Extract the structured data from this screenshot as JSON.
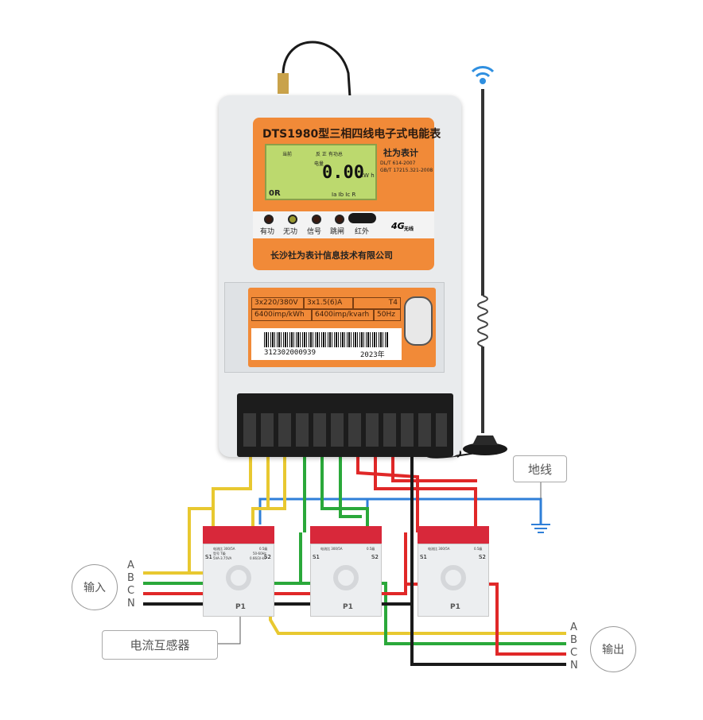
{
  "meter": {
    "title": "DTS1980型三相四线电子式电能表",
    "lcd": {
      "top_right_small": "当前",
      "direction": "反 正 有功总",
      "energy_label": "电量",
      "reading": "0.00",
      "unit": "kW h",
      "bottom_left": "0R",
      "phases": "Ia Ib Ic R"
    },
    "brand": "社为表计",
    "standards": [
      "DL/T 614-2007",
      "GB/T 17215.321-2008"
    ],
    "indicators": [
      "有功",
      "无功",
      "信号",
      "跳闸",
      "红外"
    ],
    "wireless_badge": "4G",
    "wireless_text": "无线",
    "company": "长沙社为表计信息技术有限公司",
    "specs_row1": [
      "3x220/380V",
      "3x1.5(6)A",
      "T4"
    ],
    "specs_row2": [
      "6400imp/kWh",
      "6400imp/kvarh",
      "50Hz"
    ],
    "serial": "312302000939",
    "year": "2023年"
  },
  "ct": {
    "ratio": "电流比 300/5A",
    "accuracy": "0.5级",
    "model": "型号 T级",
    "freq": "50-60Hz",
    "burden": "5VA-3.75VA",
    "voltage": "0.66/3/-kV",
    "s1": "S1",
    "s2": "S2",
    "p1": "P1"
  },
  "labels": {
    "input": "输入",
    "output": "输出",
    "ground": "地线",
    "current_transformer": "电流互感器",
    "phases": [
      "A",
      "B",
      "C",
      "N"
    ]
  },
  "colors": {
    "phase_a": "#e8c830",
    "phase_b": "#2aa83a",
    "phase_c": "#e02828",
    "neutral": "#1a1a1a",
    "ground": "#2f7fd8",
    "meter_orange": "#f18a38"
  }
}
